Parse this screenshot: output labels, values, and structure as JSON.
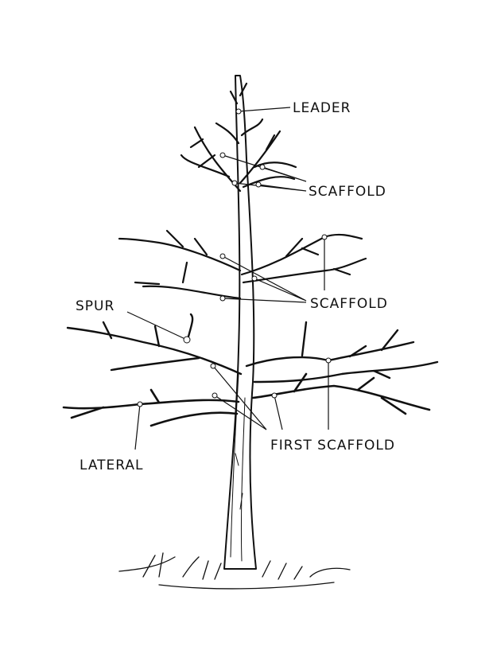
{
  "diagram": {
    "subject": "tree",
    "labels": {
      "leader": "LEADER",
      "scaffold_upper": "SCAFFOLD",
      "scaffold_middle": "SCAFFOLD",
      "spur": "SPUR",
      "lateral": "LATERAL",
      "first_scaffold": "FIRST SCAFFOLD"
    },
    "colors": {
      "ink": "#111111",
      "background": "#ffffff"
    }
  }
}
